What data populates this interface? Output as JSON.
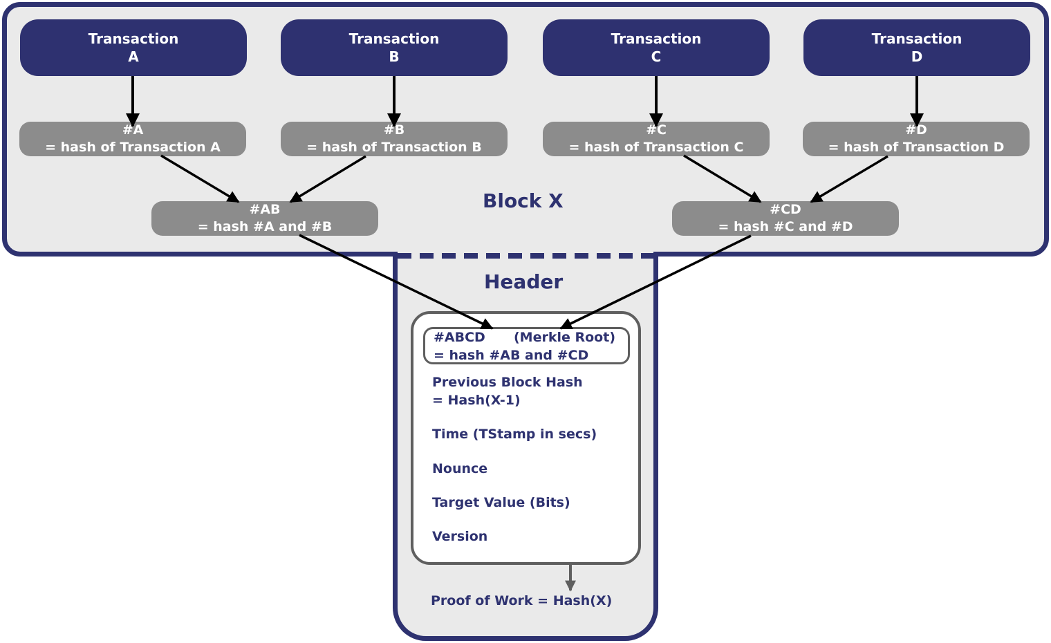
{
  "block": {
    "title": "Block X"
  },
  "transactions": [
    {
      "line1": "Transaction",
      "line2": "A"
    },
    {
      "line1": "Transaction",
      "line2": "B"
    },
    {
      "line1": "Transaction",
      "line2": "C"
    },
    {
      "line1": "Transaction",
      "line2": "D"
    }
  ],
  "tx_hashes": [
    {
      "line1": "#A",
      "line2": "= hash of Transaction A"
    },
    {
      "line1": "#B",
      "line2": "= hash of Transaction B"
    },
    {
      "line1": "#C",
      "line2": "= hash of Transaction C"
    },
    {
      "line1": "#D",
      "line2": "= hash of Transaction D"
    }
  ],
  "pair_hashes": [
    {
      "line1": "#AB",
      "line2": "= hash #A and #B"
    },
    {
      "line1": "#CD",
      "line2": "= hash #C and #D"
    }
  ],
  "header": {
    "title": "Header",
    "merkle_root": {
      "label": "#ABCD",
      "note": "(Merkle Root)",
      "line2": "= hash #AB and #CD"
    },
    "fields": [
      {
        "line1": "Previous Block Hash",
        "line2": "= Hash(X-1)"
      },
      {
        "line1": "Time (TStamp in secs)"
      },
      {
        "line1": "Nounce"
      },
      {
        "line1": "Target Value (Bits)"
      },
      {
        "line1": "Version"
      }
    ],
    "proof_of_work": "Proof of Work = Hash(X)"
  },
  "colors": {
    "navy": "#2e3270",
    "gray_node": "#8c8c8c",
    "panel_bg": "#eaeaea",
    "box_border": "#5f5f5f"
  }
}
